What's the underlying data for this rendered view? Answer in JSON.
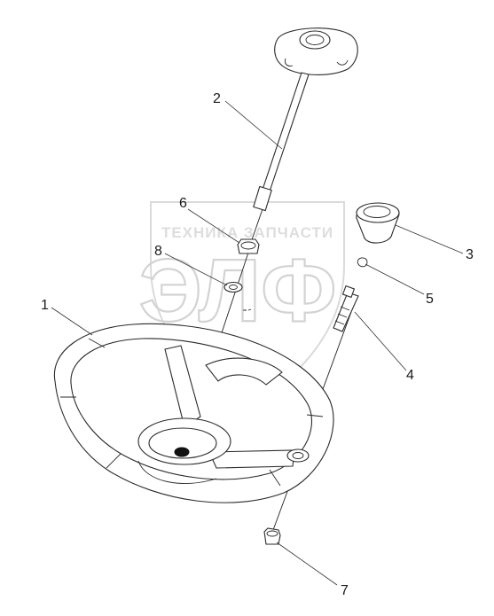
{
  "watermark": {
    "top_text": "ТЕХНИКА    ЗАПЧАСТИ",
    "main_text": "ЭЛФ",
    "color": "#c8c8c8"
  },
  "callouts": [
    {
      "number": "1",
      "part": "steering-wheel"
    },
    {
      "number": "2",
      "part": "horn-button-rod"
    },
    {
      "number": "3",
      "part": "knob"
    },
    {
      "number": "4",
      "part": "bolt"
    },
    {
      "number": "5",
      "part": "spring-clip"
    },
    {
      "number": "6",
      "part": "nut"
    },
    {
      "number": "7",
      "part": "nut"
    },
    {
      "number": "8",
      "part": "washer"
    }
  ]
}
